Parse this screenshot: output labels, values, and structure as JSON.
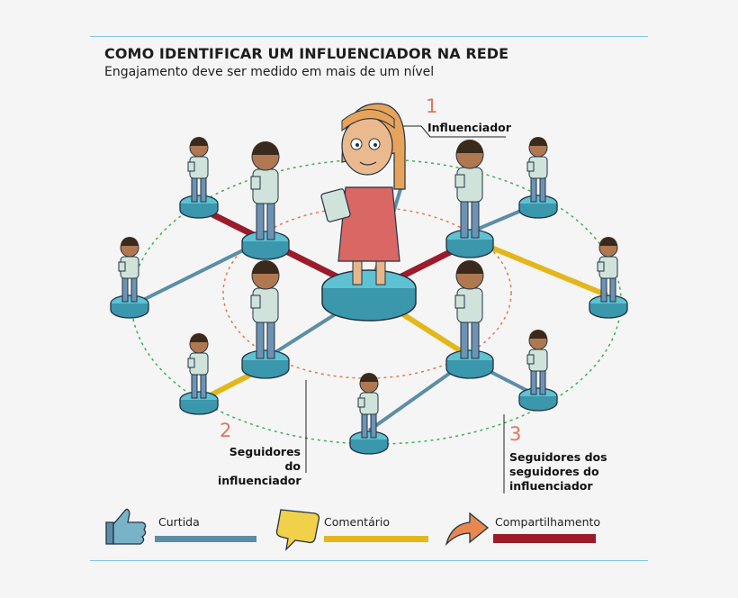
{
  "header": {
    "title": "COMO IDENTIFICAR UM INFLUENCIADOR NA REDE",
    "subtitle": "Engajamento deve ser medido em mais de um nível"
  },
  "labels": {
    "one": {
      "number": "1",
      "text": "Influenciador"
    },
    "two": {
      "number": "2",
      "line1": "Seguidores do",
      "line2": "influenciador"
    },
    "three": {
      "number": "3",
      "line1": "Seguidores dos",
      "line2": "seguidores do",
      "line3": "influenciador"
    }
  },
  "legend": [
    {
      "label": "Curtida",
      "icon": "thumbs-up-icon",
      "color": "#5b8ea6"
    },
    {
      "label": "Comentário",
      "icon": "speech-bubble-icon",
      "color": "#e3b71b"
    },
    {
      "label": "Compartilhamento",
      "icon": "share-arrow-icon",
      "color": "#9b1b2a"
    }
  ],
  "colors": {
    "platform": "#5ec2d3",
    "platform_side": "#3b97ab",
    "ring_inner": "#e8784b",
    "ring_outer": "#3fae5a",
    "shirt": "#cfe3da",
    "jeans": "#6d93b4",
    "dress": "#d96764",
    "hair_light": "#e8a35a"
  }
}
